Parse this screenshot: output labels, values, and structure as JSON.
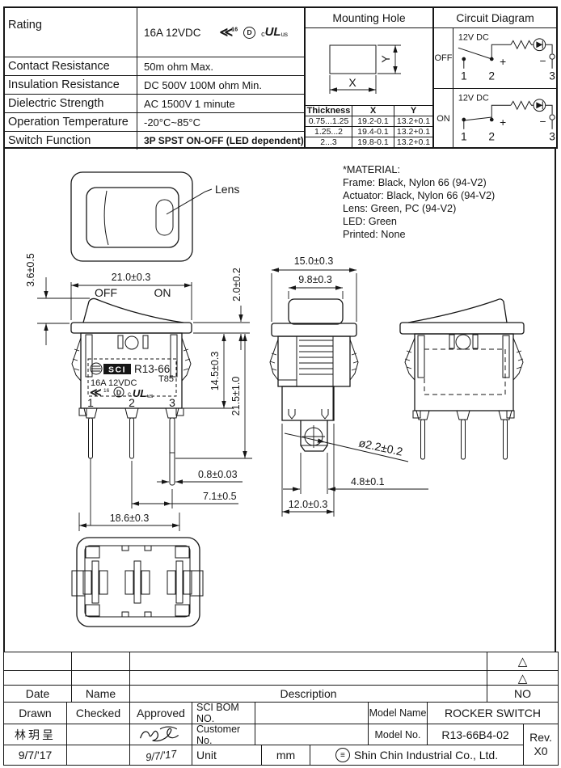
{
  "specs": {
    "rows": [
      {
        "label": "Rating",
        "value": "16A 12VDC"
      },
      {
        "label": "Contact Resistance",
        "value": "50m ohm Max."
      },
      {
        "label": "Insulation Resistance",
        "value": "DC 500V 100M ohm Min."
      },
      {
        "label": "Dielectric Strength",
        "value": "AC 1500V 1 minute"
      },
      {
        "label": "Operation Temperature",
        "value": "-20°C~85°C"
      },
      {
        "label": "Switch Function",
        "value": "3P SPST ON-OFF (LED dependent)"
      }
    ],
    "marks": {
      "vde": "≪",
      "vde_sub": "16",
      "demko": "D",
      "ul_prefix": "c",
      "ul": "UL",
      "ul_suffix": "us"
    }
  },
  "mounting_hole": {
    "title": "Mounting Hole",
    "x_label": "X",
    "y_label": "Y",
    "headers": [
      "Thickness",
      "X",
      "Y"
    ],
    "rows": [
      [
        "0.75...1.25",
        "19.2-0.1",
        "13.2+0.1"
      ],
      [
        "1.25...2",
        "19.4-0.1",
        "13.2+0.1"
      ],
      [
        "2...3",
        "19.8-0.1",
        "13.2+0.1"
      ]
    ]
  },
  "circuit": {
    "title": "Circuit Diagram",
    "off_label": "OFF",
    "on_label": "ON",
    "voltage": "12V DC",
    "plus": "+",
    "minus": "−",
    "t1": "1",
    "t2": "2",
    "t3": "3"
  },
  "material": {
    "lines": [
      "*MATERIAL:",
      "Frame: Black, Nylon 66 (94-V2)",
      "Actuator: Black, Nylon 66 (94-V2)",
      "Lens: Green, PC (94-V2)",
      "LED: Green",
      "Printed: None"
    ]
  },
  "views": {
    "lens_label": "Lens",
    "front": {
      "off": "OFF",
      "on": "ON",
      "t1": "1",
      "t2": "2",
      "t3": "3",
      "marking": {
        "brand": "SCI",
        "model": "R13-66",
        "rating": "16A 12VDC",
        "temp": "T85",
        "chevron": "≪",
        "cert_sub": "16",
        "cert_d": "D",
        "ul_prefix": "c",
        "ul": "UL",
        "ul_suffix": "us"
      }
    },
    "dims": {
      "rocker_height": "3.6±0.5",
      "width": "21.0±0.3",
      "flange_thickness": "2.0±0.2",
      "body_depth": "14.5±0.3",
      "total_height": "21.5±1.0",
      "pin_thickness": "0.8±0.03",
      "pin_pitch": "7.1±0.5",
      "pin_span": "18.6±0.3",
      "side_width": "15.0±0.3",
      "actuator_width": "9.8±0.3",
      "hole_dia": "ø2.2±0.2",
      "terminal_width": "4.8±0.1",
      "base_width": "12.0±0.3"
    }
  },
  "title_block": {
    "rev_symbol": "△",
    "headers": {
      "date": "Date",
      "name": "Name",
      "description": "Description",
      "no": "NO"
    },
    "row1": {
      "drawn": "Drawn",
      "checked": "Checked",
      "approved": "Approved",
      "sci_bom": "SCI BOM NO.",
      "model_name_label": "Model Name",
      "model_name": "ROCKER SWITCH"
    },
    "row2": {
      "drawn_name": "林玥呈",
      "customer_label": "Customer No.",
      "model_no_label": "Model No.",
      "model_no": "R13-66B4-02",
      "rev_label": "Rev."
    },
    "row3": {
      "drawn_date": "9/7/'17",
      "approved_date": "9/7/'17",
      "unit_label": "Unit",
      "unit_value": "mm",
      "company": "Shin Chin Industrial Co., Ltd.",
      "rev_value": "X0"
    }
  }
}
